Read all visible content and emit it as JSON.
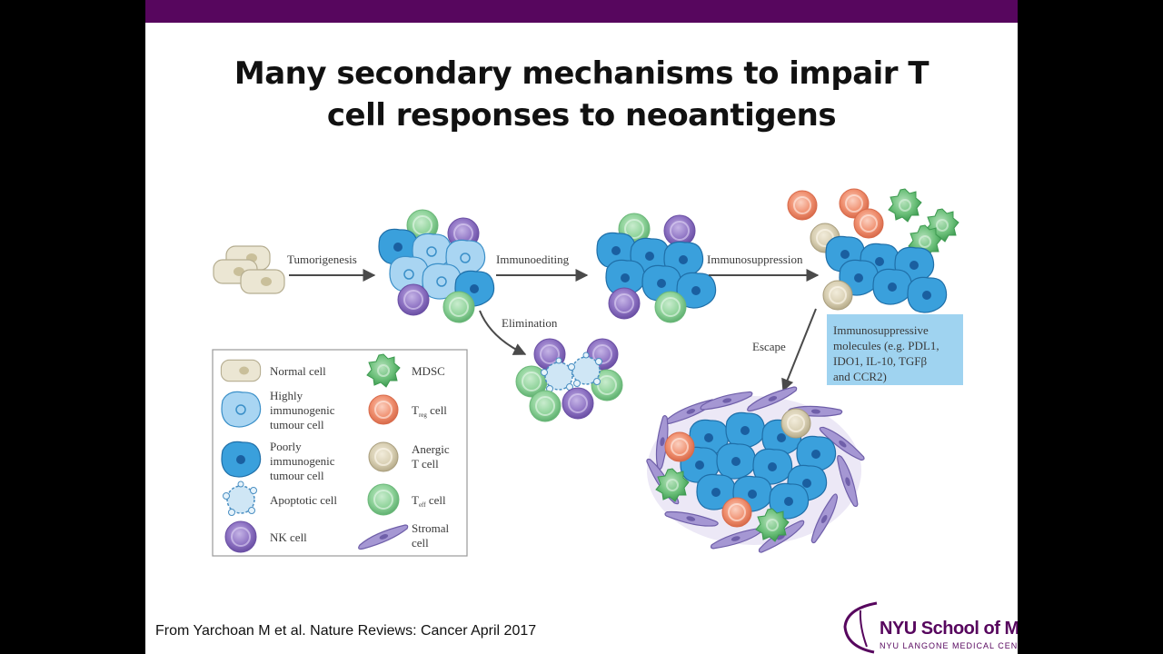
{
  "title_lines": [
    "Many secondary mechanisms to impair T",
    "cell responses to neoantigens"
  ],
  "citation": "From Yarchoan M et al. Nature Reviews: Cancer  April 2017",
  "logo": {
    "name": "NYU School of Medicine",
    "subtitle": "NYU LANGONE MEDICAL CENTER"
  },
  "arrows": {
    "tumorigenesis": "Tumorigenesis",
    "immunoediting": "Immunoediting",
    "immunosuppression": "Immunosuppression",
    "elimination": "Elimination",
    "escape": "Escape"
  },
  "immunosuppressive_box": [
    "Immunosuppressive",
    "molecules (e.g. PDL1,",
    "IDO1, IL-10, TGFβ",
    "and CCR2)"
  ],
  "legend": {
    "normal_cell": [
      "Normal cell"
    ],
    "highly_immunogenic": [
      "Highly",
      "immunogenic",
      "tumour cell"
    ],
    "poorly_immunogenic": [
      "Poorly",
      "immunogenic",
      "tumour cell"
    ],
    "apoptotic_cell": [
      "Apoptotic cell"
    ],
    "nk_cell": [
      "NK cell"
    ],
    "mdsc": [
      "MDSC"
    ],
    "treg_cell": {
      "main": "T",
      "sub": "reg",
      "rest": " cell"
    },
    "anergic_t_cell": [
      "Anergic",
      "T cell"
    ],
    "teff_cell": {
      "main": "T",
      "sub": "eff",
      "rest": " cell"
    },
    "stromal_cell": [
      "Stromal",
      "cell"
    ]
  },
  "colors": {
    "topbar": "#57065e",
    "blue_cell": "#3aa0dc",
    "light_blue_cell": "#a9d5f2",
    "green_cell": "#8fd39a",
    "purple_cell": "#8f74c4",
    "orange_cell": "#f09070",
    "beige_cell": "#d9d0b4",
    "mdsc": "#5bb86a",
    "stromal": "#9a8ac8",
    "box_fill": "#9fd3f0"
  }
}
